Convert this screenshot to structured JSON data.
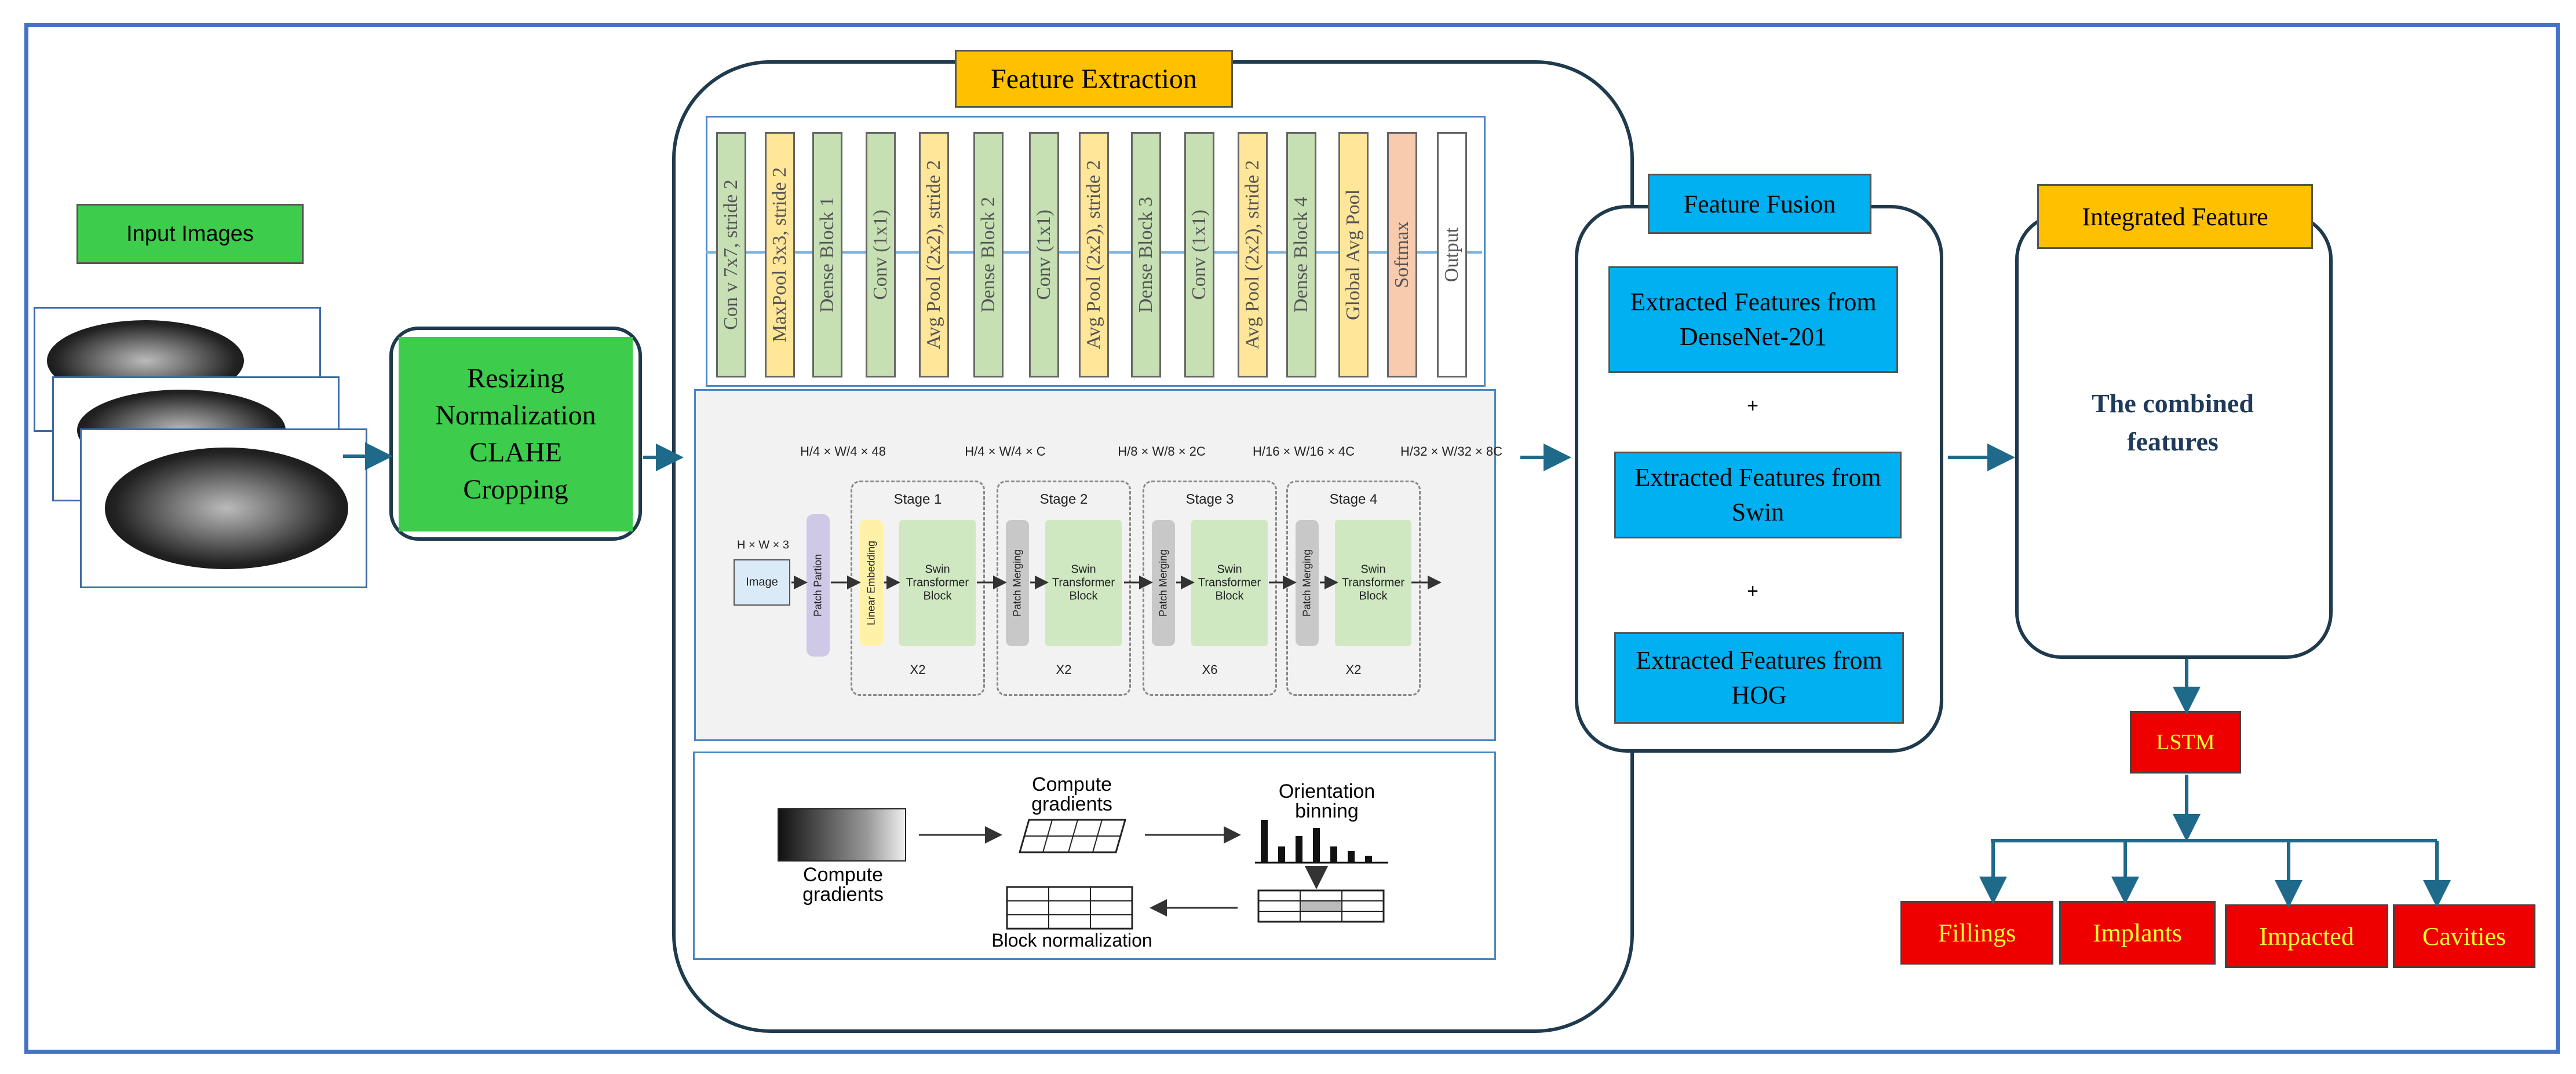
{
  "input_images": "Input Images",
  "preprocess": {
    "line1": "Resizing",
    "line2": "Normalization",
    "line3": "CLAHE",
    "line4": "Cropping"
  },
  "feature_extraction": "Feature Extraction",
  "densenet_layers": [
    "Con v 7x7, stride 2",
    "MaxPool 3x3, stride 2",
    "Dense Block 1",
    "Conv (1x1)",
    "Avg Pool (2x2), stride 2",
    "Dense Block 2",
    "Conv (1x1)",
    "Avg Pool (2x2), stride 2",
    "Dense Block 3",
    "Conv (1x1)",
    "Avg Pool (2x2), stride 2",
    "Dense Block 4",
    "Global Avg Pool",
    "Softmax",
    "Output"
  ],
  "swin": {
    "dim0": "H × W × 3",
    "image": "Image",
    "patch_partition": "Patch Partion",
    "linear_embedding": "Linear Embedding",
    "patch_merging": "Patch Merging",
    "block": "Swin Transformer Block",
    "stages": [
      {
        "title": "Stage 1",
        "repeat": "X2",
        "dim": "H/4 × W/4 × 48"
      },
      {
        "title": "Stage 2",
        "repeat": "X2",
        "dim": "H/4 × W/4 × C"
      },
      {
        "title": "Stage 3",
        "repeat": "X6",
        "dim": "H/8 × W/8 × 2C"
      },
      {
        "title": "Stage 4",
        "repeat": "X2",
        "dim": "H/16 × W/16 × 4C"
      }
    ],
    "dim_last": "H/32 × W/32 × 8C"
  },
  "hog": {
    "compute_gradients_1": "Compute gradients",
    "compute_gradients_2": "Compute gradients",
    "orientation_binning": "Orientation binning",
    "block_normalization": "Block normalization"
  },
  "feature_fusion": "Feature Fusion",
  "fusion_items": [
    "Extracted Features from DenseNet-201",
    "Extracted Features from Swin",
    "Extracted Features from HOG"
  ],
  "plus": "+",
  "integrated_feature": "Integrated Feature",
  "combined_features": "The combined features",
  "lstm": "LSTM",
  "outputs": [
    "Fillings",
    "Implants",
    "Impacted",
    "Cavities"
  ],
  "colors": {
    "frame": "#4472c4",
    "orange": "#ffc000",
    "blue": "#00b0f0",
    "green": "#3dcc4c",
    "red": "#ee0000",
    "arrow": "#1f6a8a",
    "layer_green": "#c6e0b4",
    "layer_yellow": "#ffe699",
    "layer_peach": "#f8cbad"
  }
}
